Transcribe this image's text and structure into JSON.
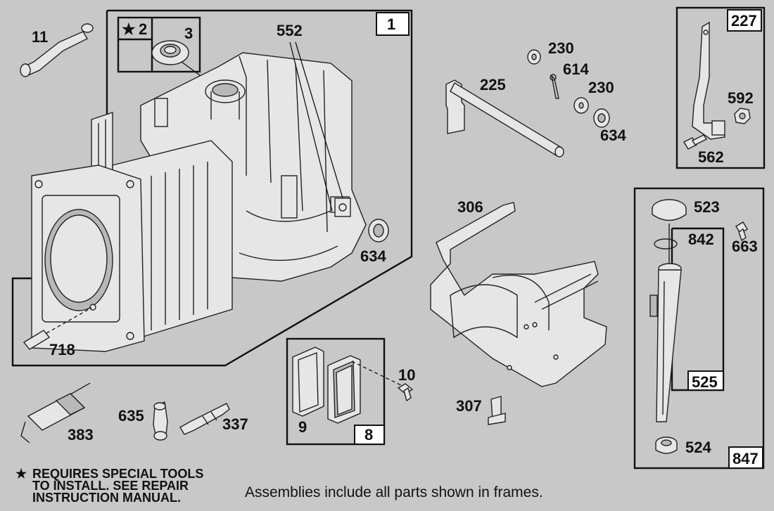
{
  "callouts": {
    "p1": "1",
    "p2": "2",
    "p3": "3",
    "p552": "552",
    "p11": "11",
    "p634a": "634",
    "p718": "718",
    "p230a": "230",
    "p614": "614",
    "p225": "225",
    "p230b": "230",
    "p634b": "634",
    "p227": "227",
    "p592": "592",
    "p562": "562",
    "p306": "306",
    "p523": "523",
    "p842": "842",
    "p663": "663",
    "p525": "525",
    "p10": "10",
    "p9": "9",
    "p8": "8",
    "p307": "307",
    "p383": "383",
    "p635": "635",
    "p337": "337",
    "p524": "524",
    "p847": "847"
  },
  "footnote": {
    "line1": "REQUIRES SPECIAL TOOLS",
    "line2": "TO INSTALL.  SEE REPAIR",
    "line3": "INSTRUCTION MANUAL."
  },
  "caption": "Assemblies include all parts shown in frames.",
  "colors": {
    "background": "#c8c8c8",
    "ink": "#111111",
    "part_fill": "#e6e6e6"
  }
}
